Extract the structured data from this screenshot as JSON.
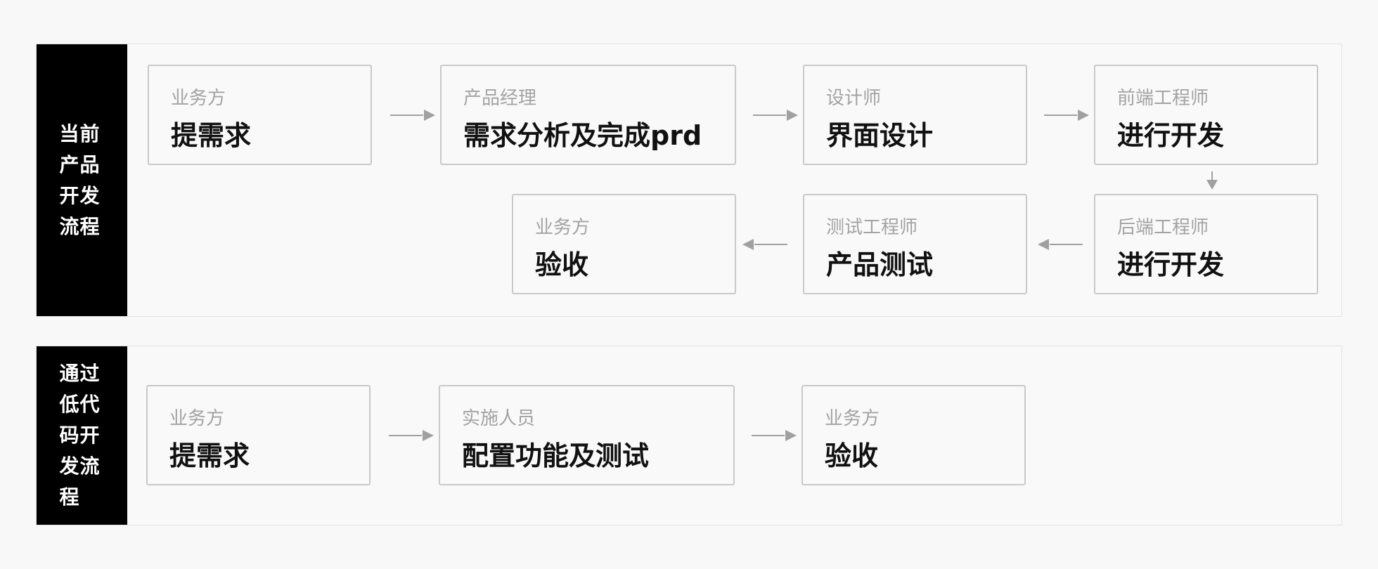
{
  "colors": {
    "sidebar": "#000000",
    "border": "#c9c9c9",
    "role_text": "#a3a3a3",
    "task_text": "#111111",
    "arrow": "#a0a0a0"
  },
  "current_flow": {
    "label": "当前产品开发流程",
    "steps": [
      {
        "role": "业务方",
        "task": "提需求"
      },
      {
        "role": "产品经理",
        "task": "需求分析及完成prd"
      },
      {
        "role": "设计师",
        "task": "界面设计"
      },
      {
        "role": "前端工程师",
        "task": "进行开发"
      },
      {
        "role": "后端工程师",
        "task": "进行开发"
      },
      {
        "role": "测试工程师",
        "task": "产品测试"
      },
      {
        "role": "业务方",
        "task": "验收"
      }
    ]
  },
  "lowcode_flow": {
    "label": "通过低代码开发流程",
    "steps": [
      {
        "role": "业务方",
        "task": "提需求"
      },
      {
        "role": "实施人员",
        "task": "配置功能及测试"
      },
      {
        "role": "业务方",
        "task": "验收"
      }
    ]
  }
}
